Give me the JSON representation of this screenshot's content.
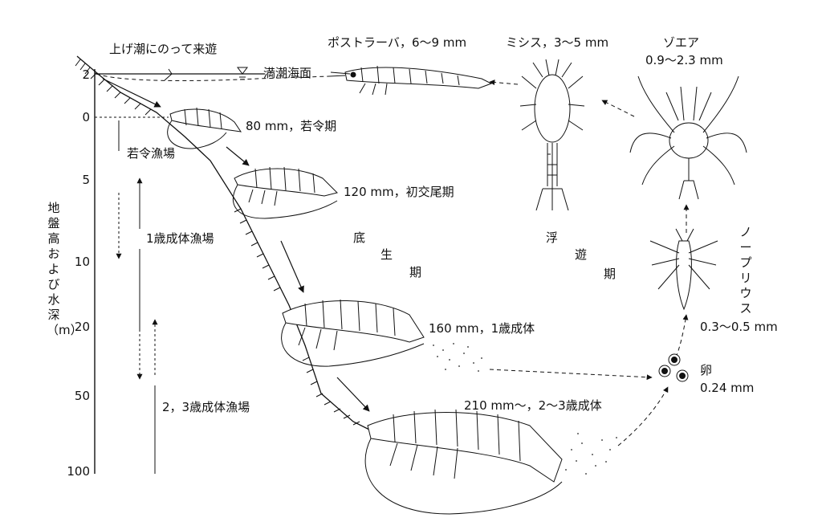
{
  "axis": {
    "label": "地盤高および水深（m）",
    "ticks": [
      "2",
      "0",
      "5",
      "10",
      "20",
      "50",
      "100"
    ]
  },
  "labels": {
    "migration": "上げ潮にのって来遊",
    "high_tide": "満潮海面",
    "postlarva": "ポストラーバ，6〜9 mm",
    "mysis": "ミシス，3〜5 mm",
    "zoea_name": "ゾエア",
    "zoea_size": "0.9〜2.3 mm",
    "nauplius_name": "ノープリウス",
    "nauplius_size": "0.3〜0.5 mm",
    "egg_name": "卵",
    "egg_size": "0.24 mm",
    "juvenile": "80 mm，若令期",
    "first_mating": "120 mm，初交尾期",
    "adult_1": "160 mm，1歳成体",
    "adult_23": "210 mm〜，2〜3歳成体",
    "ground_juvenile": "若令漁場",
    "ground_1yr": "1歳成体漁場",
    "ground_23yr": "2，3歳成体漁場"
  },
  "phases": {
    "benthic": [
      "底",
      "生",
      "期"
    ],
    "planktonic": [
      "浮",
      "遊",
      "期"
    ]
  }
}
